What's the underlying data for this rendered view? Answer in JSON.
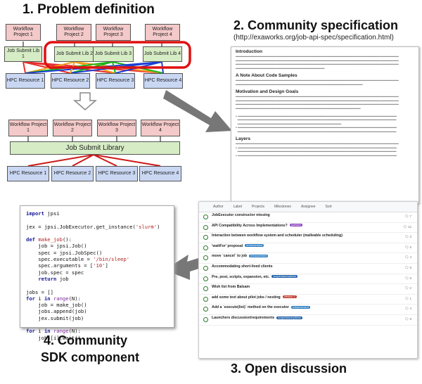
{
  "headings": {
    "h1": "1.   Problem definition",
    "h2": "2. Community specification",
    "h2_url": "(http://exaworks.org/job-api-spec/specification.html)",
    "h3": "3. Open discussion",
    "h4_line1": "4. Community",
    "h4_line2": "SDK component"
  },
  "problem": {
    "workflows": [
      "Workflow Project 1",
      "Workflow Project 2",
      "Workflow Project 3",
      "Workflow Project 4"
    ],
    "job_submit_libs": [
      "Job Submit Lib 1",
      "Job Submit Lib 2",
      "Job Submit Lib 3",
      "Job Submit Lib 4"
    ],
    "hpc": [
      "HPC Resource 1",
      "HPC Resource 2",
      "HPC Resource 3",
      "HPC Resource 4"
    ]
  },
  "solution": {
    "workflows": [
      "Workflow Project 1",
      "Workflow Project 2",
      "Workflow Project 3",
      "Workflow Project 4"
    ],
    "library": "Job Submit Library",
    "hpc": [
      "HPC Resource 1",
      "HPC Resource 2",
      "HPC Resource 3",
      "HPC Resource 4"
    ]
  },
  "spec_doc": {
    "sections": [
      {
        "title": "Introduction",
        "lines": 4
      },
      {
        "title": "A Note About Code Samples",
        "lines": 2
      },
      {
        "title": "Motivation and Design Goals",
        "lines": 9
      },
      {
        "title": "Layers",
        "lines": 4
      }
    ]
  },
  "discussion": {
    "filters": [
      "Author",
      "Label",
      "Projects",
      "Milestones",
      "Assignee",
      "Sort"
    ],
    "issues": [
      {
        "title": "JobExecutor constructor missing",
        "label": "",
        "color": "",
        "comments": "7"
      },
      {
        "title": "API Compatibility Across Implementations?",
        "label": "question",
        "color": "#8a3fbf",
        "comments": "12"
      },
      {
        "title": "Interaction between workflow system and scheduler (malleable scheduling)",
        "label": "",
        "color": "",
        "comments": "3"
      },
      {
        "title": "'waitFor' proposal",
        "label": "enhancement",
        "color": "#2b7bbf",
        "comments": "5"
      },
      {
        "title": "move `cancel` to job",
        "label": "enhancement",
        "color": "#2b7bbf",
        "comments": "4"
      },
      {
        "title": "Accommodating short-lived clients",
        "label": "",
        "color": "",
        "comments": "6"
      },
      {
        "title": "Pre, post, scripts, expansion, etc.",
        "label": "scope/assumptions",
        "color": "#1d5fa8",
        "comments": "9"
      },
      {
        "title": "Wish list from Balsam",
        "label": "",
        "color": "",
        "comments": "2"
      },
      {
        "title": "add some text about pilot jobs / nesting",
        "label": "Version 2",
        "color": "#c0392b",
        "comments": "1"
      },
      {
        "title": "Add a `execute(list)` method on the executor",
        "label": "enhancement",
        "color": "#2b7bbf",
        "comments": "4"
      },
      {
        "title": "Launchers discussion/requirements",
        "label": "scope/assumptions",
        "color": "#1d5fa8",
        "comments": "8"
      }
    ]
  },
  "code": {
    "lines": [
      "import jpsi",
      "",
      "jex = jpsi.JobExecutor.get_instance('slurm')",
      "",
      "def make_job():",
      "    job = jpsi.Job()",
      "    spec = jpsi.JobSpec()",
      "    spec.executable = '/bin/sleep'",
      "    spec.arguments = ['10']",
      "    job.spec = spec",
      "    return job",
      "",
      "jobs = []",
      "for i in range(N):",
      "    job = make_job()",
      "    jobs.append(job)",
      "    jex.submit(job)",
      "",
      "for i in range(N):",
      "    jobs[i].wait()"
    ]
  },
  "colors": {
    "workflow_fill": "#f4c9c9",
    "lib_fill": "#d6ecc5",
    "hpc_fill": "#c9d7f3",
    "highlight": "#e01010",
    "arrow_gray": "#777777"
  }
}
